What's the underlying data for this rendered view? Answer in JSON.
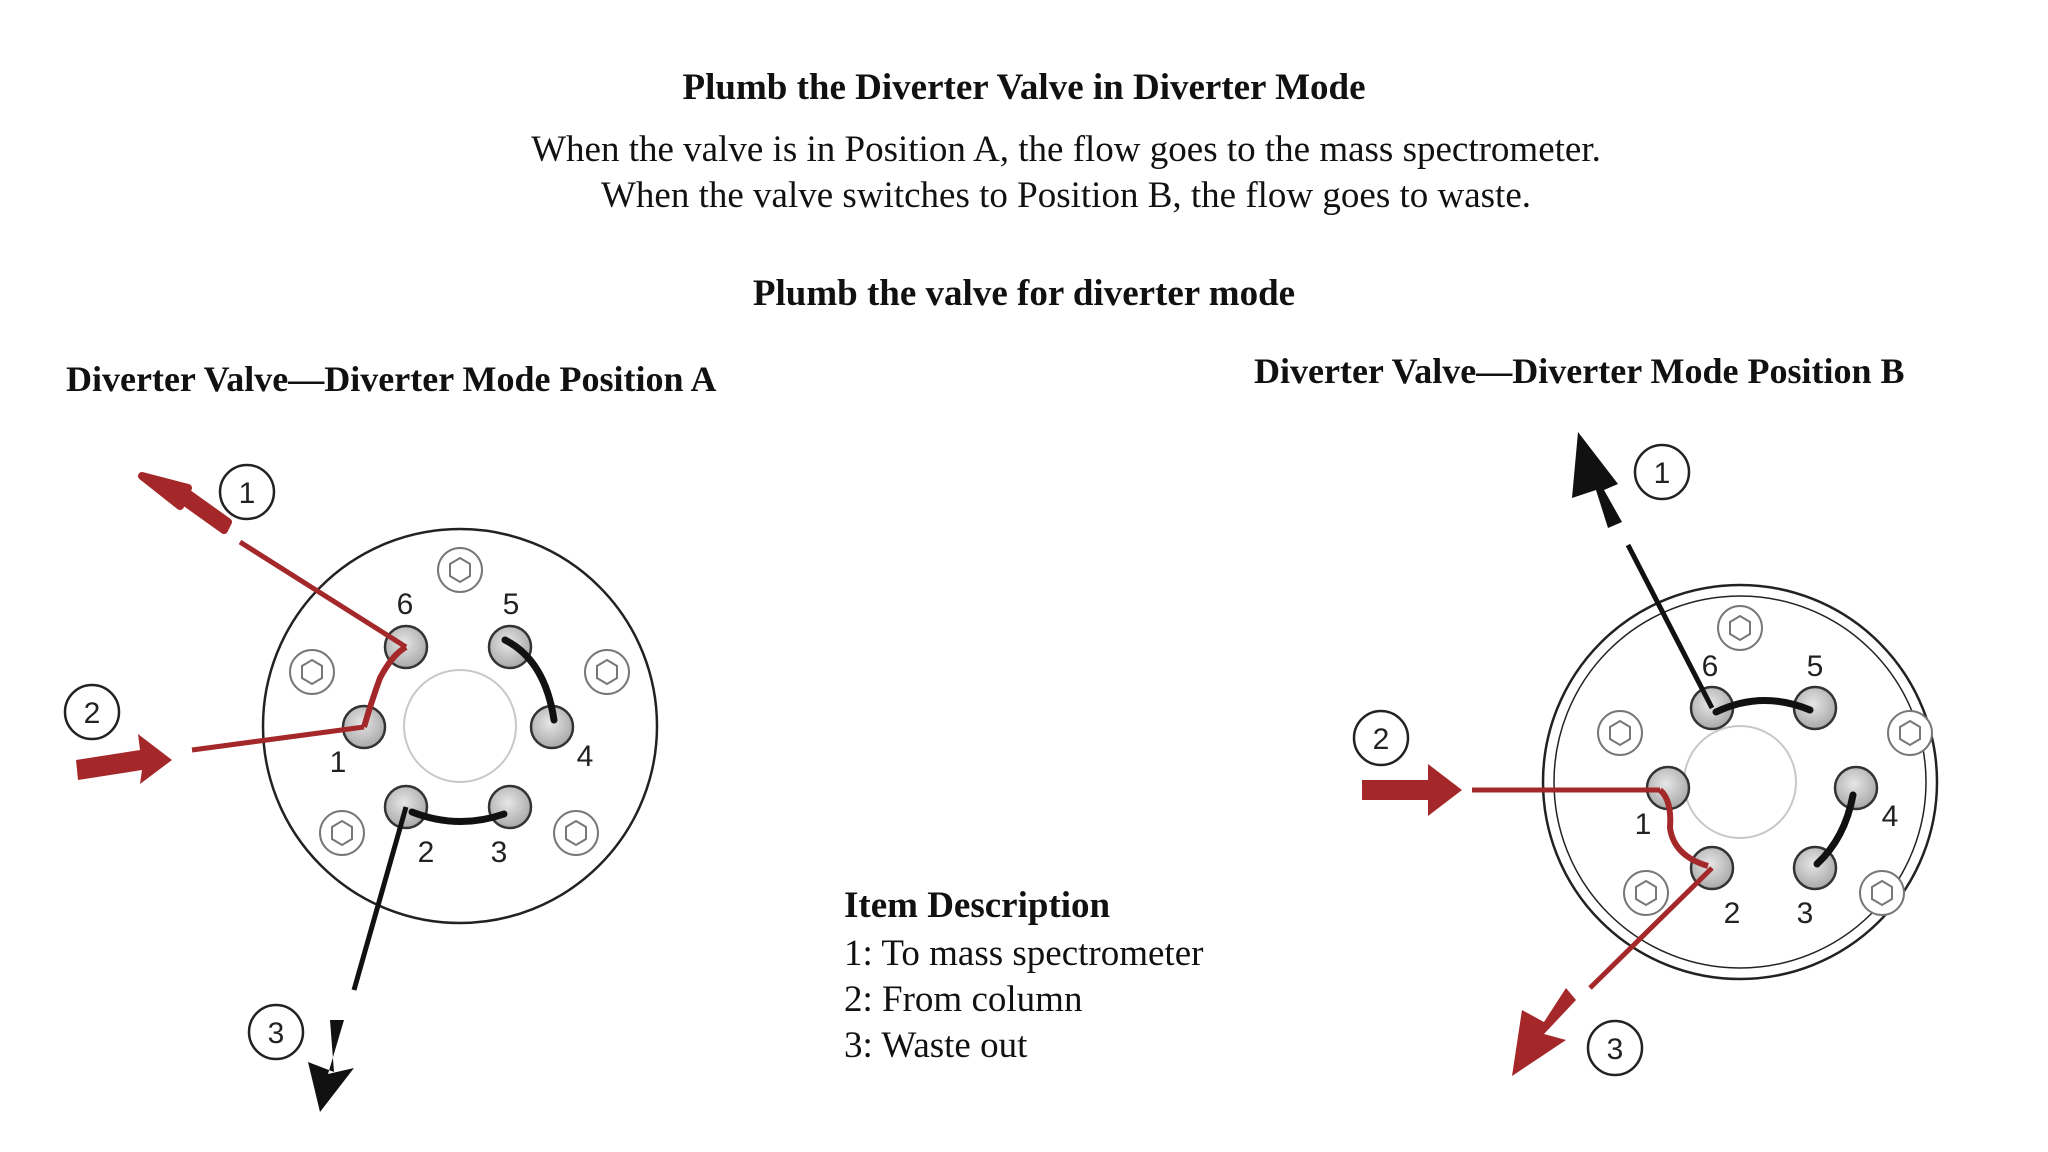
{
  "header": {
    "title": "Plumb the Diverter Valve in Diverter Mode",
    "line1": "When the valve is in Position A, the flow goes to the mass spectrometer.",
    "line2": "When the valve switches to Position B, the flow goes to waste.",
    "mode_heading": "Plumb the valve for diverter mode"
  },
  "diagram_a": {
    "title": "Diverter Valve—Diverter Mode Position A",
    "ports": [
      "1",
      "2",
      "3",
      "4",
      "5",
      "6"
    ],
    "callouts": [
      "1",
      "2",
      "3"
    ]
  },
  "diagram_b": {
    "title": "Diverter Valve—Diverter Mode Position B",
    "ports": [
      "1",
      "2",
      "3",
      "4",
      "5",
      "6"
    ],
    "callouts": [
      "1",
      "2",
      "3"
    ]
  },
  "legend": {
    "title": "Item Description",
    "items": [
      "1: To mass spectrometer",
      "2: From column",
      "3: Waste out"
    ]
  },
  "colors": {
    "flow_red": "#a4282a",
    "tube_black": "#111111",
    "port_gray": "#cfcfcf"
  }
}
